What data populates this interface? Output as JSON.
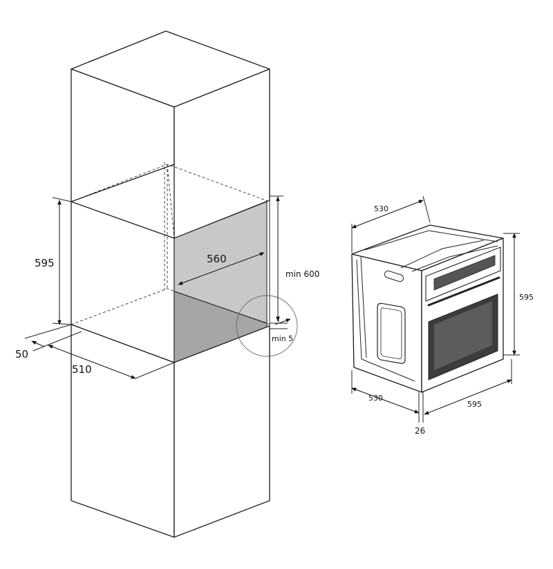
{
  "cabinet": {
    "niche_height": "595",
    "niche_width": "560",
    "min_height": "min 600",
    "min_gap": "min 5",
    "front_offset": "50",
    "niche_depth": "510"
  },
  "oven": {
    "top_depth": "530",
    "height": "595",
    "bottom_depth": "530",
    "width": "595",
    "front_thickness": "26"
  },
  "colors": {
    "line": "#1a1a1a",
    "niche_back_fill": "#c8c8c8",
    "niche_floor_fill": "#a6a6a6",
    "background": "#ffffff"
  }
}
